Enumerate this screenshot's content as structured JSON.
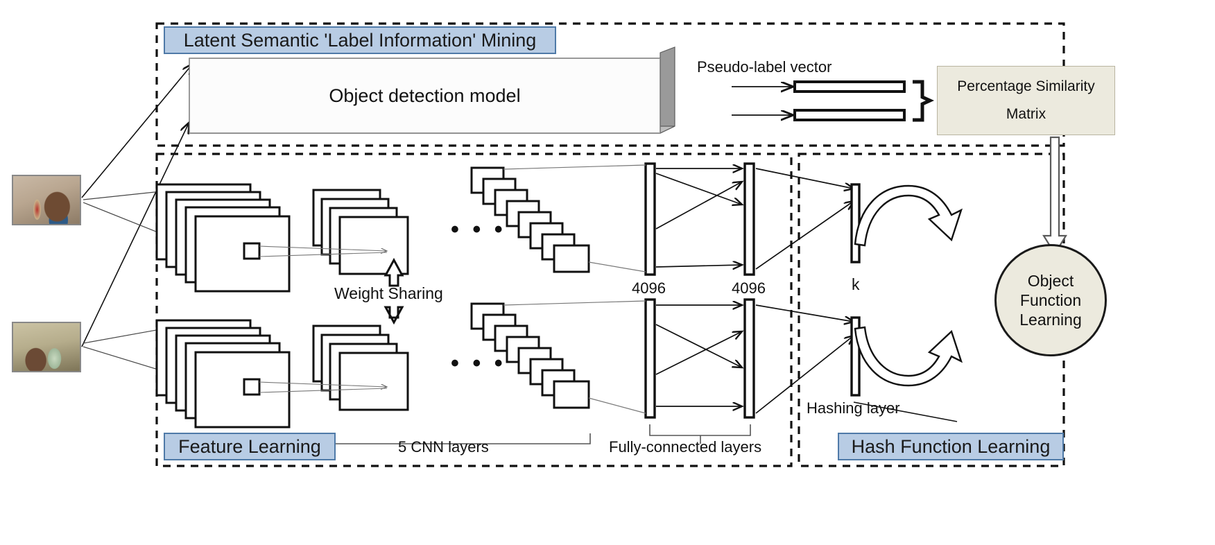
{
  "figure": {
    "title": "Deep hashing framework diagram",
    "sections": {
      "top": {
        "badge": "Latent Semantic  'Label Information' Mining"
      },
      "bottom_left": {
        "badge": "Feature Learning"
      },
      "bottom_right": {
        "badge": "Hash Function Learning"
      }
    }
  },
  "blocks": {
    "object_detection_model": "Object detection model",
    "percentage_similarity_matrix_line1": "Percentage Similarity",
    "percentage_similarity_matrix_line2": "Matrix",
    "objective_circle_line1": "Object",
    "objective_circle_line2": "Function",
    "objective_circle_line3": "Learning"
  },
  "labels": {
    "pseudo_label_vector": "Pseudo-label  vector",
    "weight_sharing": "Weight Sharing",
    "fc_left": "4096",
    "fc_right": "4096",
    "cnn_layers": "5 CNN layers",
    "fully_connected_layers": "Fully-connected  layers",
    "hashing_layer": "Hashing layer",
    "k_label": "k",
    "ellipsis_top": "• • •",
    "ellipsis_bottom": "• • •"
  },
  "images": {
    "top_photo_alt": "woman-with-bottle-photo",
    "bottom_photo_alt": "man-with-bottle-photo"
  },
  "colors": {
    "badge_fill": "#b8cce4",
    "badge_border": "#4f7aa8",
    "beige_fill": "#eceade",
    "stroke": "#111111",
    "model_fill": "#fcfcfc",
    "model_shadow": "#808080"
  },
  "chart_data": {
    "type": "diagram",
    "title": "Deep hashing network architecture",
    "nodes": [
      {
        "id": "img1",
        "label": "woman-with-bottle-photo",
        "type": "image"
      },
      {
        "id": "img2",
        "label": "man-with-bottle-photo",
        "type": "image"
      },
      {
        "id": "odm",
        "label": "Object detection model",
        "type": "box3d"
      },
      {
        "id": "plv1",
        "label": "Pseudo-label  vector",
        "type": "vector-bar"
      },
      {
        "id": "plv2",
        "label": "Pseudo-label  vector",
        "type": "vector-bar"
      },
      {
        "id": "psm",
        "label": "Percentage Similarity Matrix",
        "type": "box"
      },
      {
        "id": "cnn_top",
        "label": "5 CNN layers",
        "type": "conv-stack"
      },
      {
        "id": "cnn_bottom",
        "label": "5 CNN layers",
        "type": "conv-stack"
      },
      {
        "id": "fc_top_1",
        "label": "4096",
        "type": "fc-layer"
      },
      {
        "id": "fc_top_2",
        "label": "4096",
        "type": "fc-layer"
      },
      {
        "id": "fc_bottom_1",
        "label": "4096",
        "type": "fc-layer"
      },
      {
        "id": "fc_bottom_2",
        "label": "4096",
        "type": "fc-layer"
      },
      {
        "id": "hash_top",
        "label": "Hashing layer",
        "type": "hash-layer"
      },
      {
        "id": "hash_bottom",
        "label": "Hashing layer",
        "type": "hash-layer"
      },
      {
        "id": "ofl",
        "label": "Object Function Learning",
        "type": "circle"
      }
    ],
    "edges": [
      {
        "from": "img1",
        "to": "odm"
      },
      {
        "from": "img2",
        "to": "odm"
      },
      {
        "from": "odm",
        "to": "plv1"
      },
      {
        "from": "odm",
        "to": "plv2"
      },
      {
        "from": "plv1",
        "to": "psm"
      },
      {
        "from": "plv2",
        "to": "psm"
      },
      {
        "from": "psm",
        "to": "ofl"
      },
      {
        "from": "img1",
        "to": "cnn_top"
      },
      {
        "from": "img2",
        "to": "cnn_bottom"
      },
      {
        "from": "cnn_top",
        "to": "fc_top_1"
      },
      {
        "from": "fc_top_1",
        "to": "fc_top_2"
      },
      {
        "from": "fc_top_2",
        "to": "hash_top"
      },
      {
        "from": "cnn_bottom",
        "to": "fc_bottom_1"
      },
      {
        "from": "fc_bottom_1",
        "to": "fc_bottom_2"
      },
      {
        "from": "fc_bottom_2",
        "to": "hash_bottom"
      },
      {
        "from": "hash_top",
        "to": "ofl"
      },
      {
        "from": "hash_bottom",
        "to": "ofl"
      },
      {
        "from": "cnn_top",
        "to": "cnn_bottom",
        "label": "Weight Sharing"
      }
    ]
  }
}
